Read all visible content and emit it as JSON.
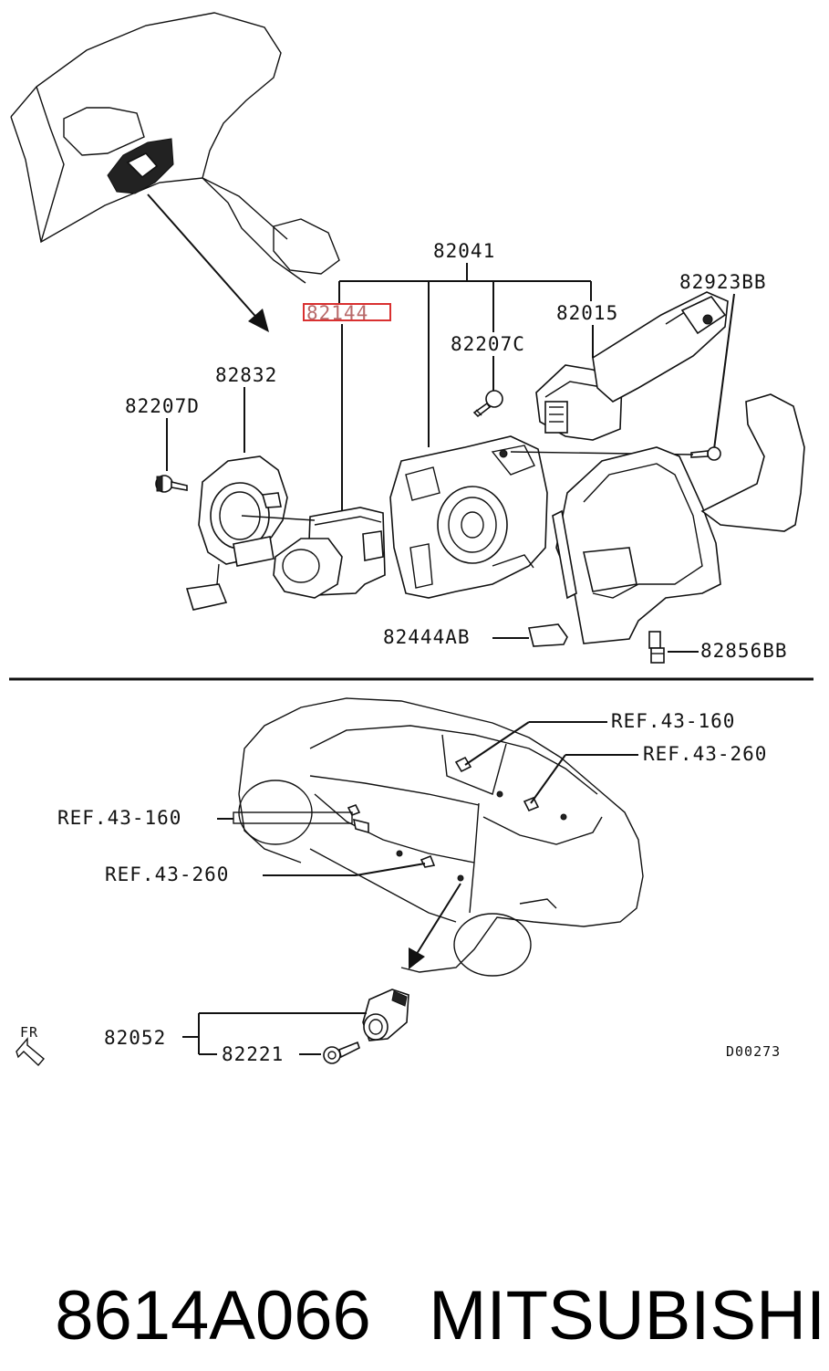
{
  "labels": {
    "main_assembly": "82041",
    "highlighted_part": "82144",
    "bracket_part": "82015",
    "screw_top": "82207C",
    "lever_part": "82923BB",
    "clockspring": "82832",
    "screw_left": "82207D",
    "lower_bracket": "82444AB",
    "bolt_right": "82856BB",
    "ref_top_1": "REF.43-160",
    "ref_top_2": "REF.43-260",
    "ref_left_1": "REF.43-160",
    "ref_left_2": "REF.43-260",
    "sensor_part": "82052",
    "sensor_screw": "82221",
    "front_indicator": "FR",
    "diagram_code": "D00273"
  },
  "footer": {
    "part_number": "8614A066",
    "brand": "MITSUBISHI"
  },
  "colors": {
    "highlight_box": "#d93030",
    "line": "#111111"
  }
}
